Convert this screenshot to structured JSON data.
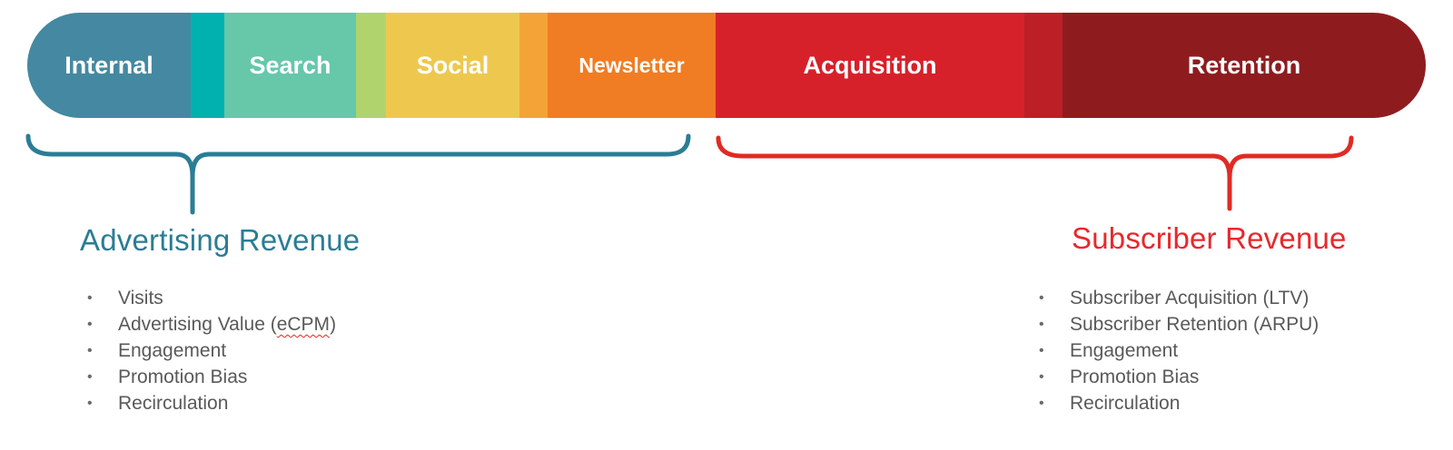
{
  "bar": {
    "segments": [
      {
        "name": "internal",
        "label": "Internal",
        "color": "#4489a1"
      },
      {
        "name": "divider-teal",
        "label": "",
        "color": "#00b1b0"
      },
      {
        "name": "search",
        "label": "Search",
        "color": "#66c7a9"
      },
      {
        "name": "divider-green",
        "label": "",
        "color": "#b0d36e"
      },
      {
        "name": "social",
        "label": "Social",
        "color": "#eec84e"
      },
      {
        "name": "divider-amber",
        "label": "",
        "color": "#f4a436"
      },
      {
        "name": "newsletter",
        "label": "Newsletter",
        "color": "#f07d23"
      },
      {
        "name": "acquisition",
        "label": "Acquisition",
        "color": "#d7212a"
      },
      {
        "name": "divider-red",
        "label": "",
        "color": "#bc2026"
      },
      {
        "name": "retention",
        "label": "Retention",
        "color": "#8e1c1f"
      }
    ]
  },
  "advertising": {
    "heading": "Advertising Revenue",
    "heading_color": "#2a7d95",
    "brace_color": "#2a7d95",
    "items": [
      "Visits",
      {
        "pre": "Advertising Value (",
        "misspelled": "eCPM",
        "post": ")"
      },
      "Engagement",
      "Promotion Bias",
      "Recirculation"
    ]
  },
  "subscriber": {
    "heading": "Subscriber Revenue",
    "heading_color": "#e8282c",
    "brace_color": "#e02b24",
    "items": [
      "Subscriber Acquisition (LTV)",
      "Subscriber Retention (ARPU)",
      "Engagement",
      "Promotion Bias",
      "Recirculation"
    ]
  },
  "list_text_color": "#595959",
  "spellcheck_underline_color": "#e02b24"
}
